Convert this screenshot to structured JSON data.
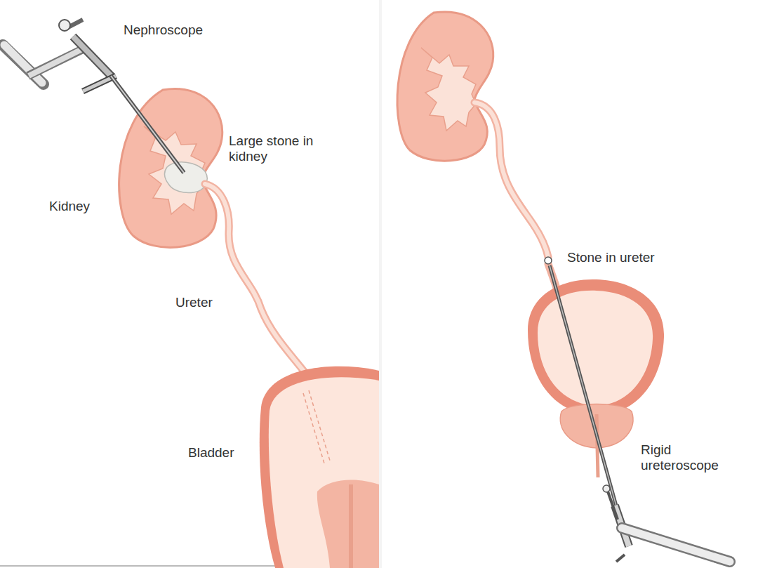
{
  "diagram": {
    "labels": [
      "Nephroscope",
      "Large stone in kidney",
      "Kidney",
      "Ureter",
      "Bladder",
      "Stone in ureter",
      "Rigid ureteroscope"
    ]
  }
}
